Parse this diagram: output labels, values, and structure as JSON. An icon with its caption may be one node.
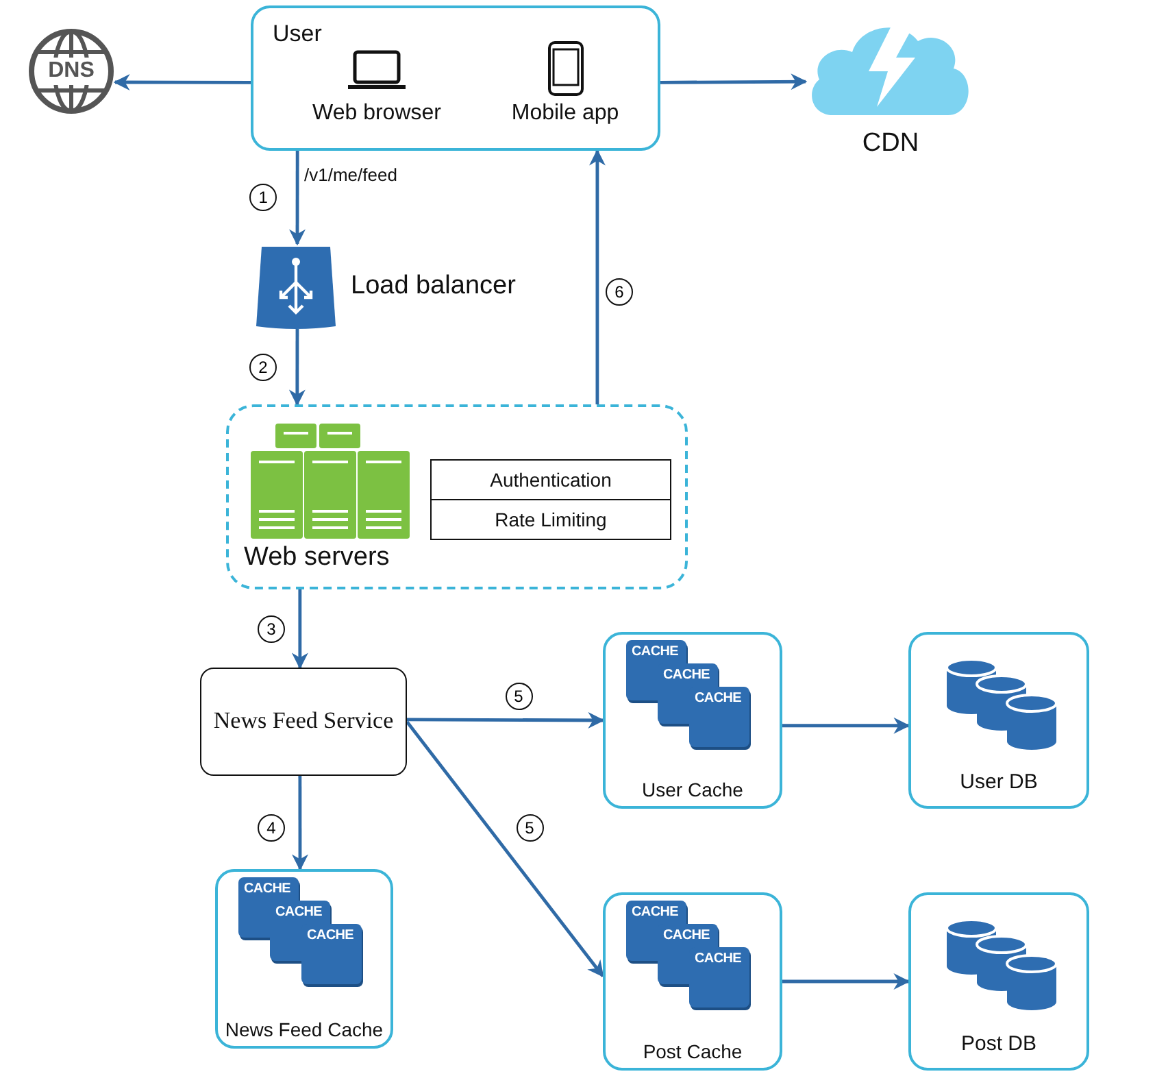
{
  "diagram": {
    "nodes": [
      {
        "text": [
          "User"
        ]
      },
      {
        "text": [
          "Web browser"
        ],
        "in": 0
      },
      {
        "text": [
          "Mobile app"
        ],
        "in": 0
      },
      {
        "text": [
          "DNS"
        ]
      },
      {
        "text": [
          "CDN"
        ]
      },
      {
        "text": [
          "Load balancer"
        ]
      },
      {
        "text": [
          "Web servers"
        ]
      },
      {
        "text": [
          "Authentication"
        ],
        "in": 6
      },
      {
        "text": [
          "Rate Limiting"
        ],
        "in": 6
      },
      {
        "text": [
          "News Feed Service"
        ]
      },
      {
        "text": [
          "CACHE",
          "CACHE",
          "CACHE",
          "User Cache"
        ]
      },
      {
        "text": [
          "User DB"
        ]
      },
      {
        "text": [
          "CACHE",
          "CACHE",
          "CACHE",
          "News Feed Cache"
        ]
      },
      {
        "text": [
          "CACHE",
          "CACHE",
          "CACHE",
          "Post Cache"
        ]
      },
      {
        "text": [
          "Post DB"
        ]
      }
    ],
    "edges": [
      {
        "from": 0,
        "to": 3,
        "arrow": "to"
      },
      {
        "from": 0,
        "to": 4,
        "arrow": "to"
      },
      {
        "from": 0,
        "to": 5,
        "arrow": "to",
        "label": "1"
      },
      {
        "from": 5,
        "to": 6,
        "arrow": "to",
        "label": "2"
      },
      {
        "from": 6,
        "to": 0,
        "arrow": "to",
        "label": "6"
      },
      {
        "from": 6,
        "to": 9,
        "arrow": "to",
        "label": "3"
      },
      {
        "from": 9,
        "to": 12,
        "arrow": "to",
        "label": "4"
      },
      {
        "from": 9,
        "to": 10,
        "arrow": "to",
        "label": "5"
      },
      {
        "from": 9,
        "to": 13,
        "arrow": "to",
        "label": "5"
      },
      {
        "from": 10,
        "to": 11,
        "arrow": "to"
      },
      {
        "from": 13,
        "to": 14,
        "arrow": "to"
      }
    ],
    "labels": [
      "/v1/me/feed"
    ]
  }
}
